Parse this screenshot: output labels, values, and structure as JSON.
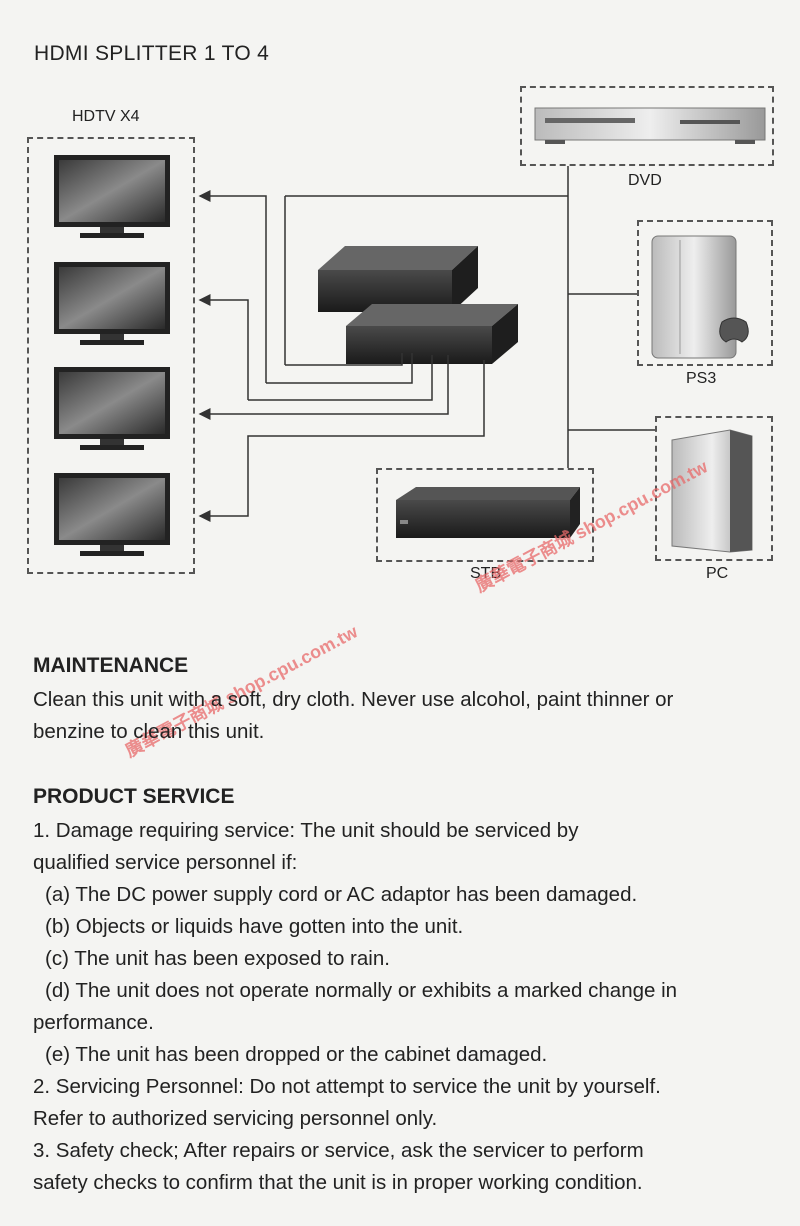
{
  "diagram": {
    "title": "HDMI SPLITTER 1 TO 4",
    "hdtv_label": "HDTV X4",
    "dvd_label": "DVD",
    "ps3_label": "PS3",
    "stb_label": "STB",
    "pc_label": "PC"
  },
  "watermark": {
    "text_1": "廣華電子商城 shop.cpu.com.tw",
    "text_2": "廣華電子商城 shop.cpu.com.tw"
  },
  "maintenance": {
    "heading": "MAINTENANCE",
    "line_1": "Clean this unit with a soft, dry cloth. Never use alcohol, paint thinner or",
    "line_2": "benzine to clean this unit."
  },
  "service": {
    "heading": "PRODUCT SERVICE",
    "item1_line1": "1. Damage requiring service: The unit should be serviced by",
    "item1_line2": "qualified service personnel if:",
    "a": "(a) The DC power supply cord or AC adaptor has been damaged.",
    "b": "(b) Objects or liquids have gotten into the unit.",
    "c": "(c) The unit has been exposed to rain.",
    "d_line1": "(d) The unit does not operate normally or exhibits a marked change in",
    "d_line2": "performance.",
    "e": "(e) The unit has been dropped or the cabinet damaged.",
    "item2_line1": "2. Servicing Personnel: Do not attempt to service the unit by yourself.",
    "item2_line2": "Refer to authorized servicing personnel only.",
    "item3_line1": "3. Safety check; After repairs or service, ask the servicer to perform",
    "item3_line2": "safety checks to confirm that the unit is in proper working condition."
  }
}
